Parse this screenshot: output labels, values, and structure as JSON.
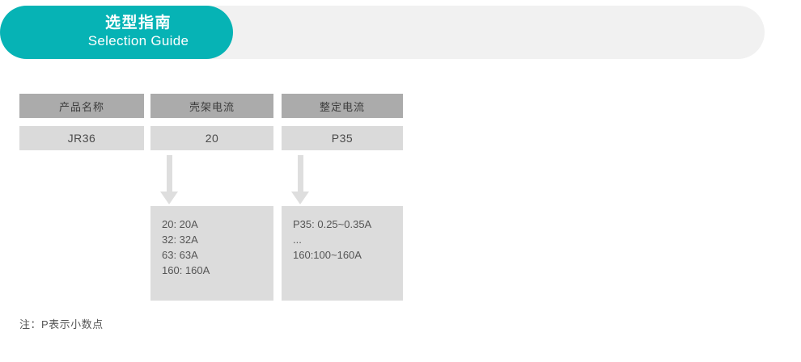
{
  "banner": {
    "title_cn": "选型指南",
    "title_en": "Selection Guide",
    "pill_color": "#06b3b5",
    "bar_color": "#f1f1f1"
  },
  "table": {
    "header_color": "#ababab",
    "value_color": "#dadada",
    "detail_color": "#dcdcdc",
    "columns": [
      {
        "header": "产品名称",
        "value": "JR36",
        "has_arrow": false,
        "detail": []
      },
      {
        "header": "壳架电流",
        "value": "20",
        "has_arrow": true,
        "detail": [
          "20: 20A",
          "32: 32A",
          "63: 63A",
          "160: 160A"
        ]
      },
      {
        "header": "整定电流",
        "value": "P35",
        "has_arrow": true,
        "detail": [
          "P35: 0.25~0.35A",
          "...",
          "160:100~160A"
        ]
      }
    ]
  },
  "footnote": "注：P表示小数点"
}
